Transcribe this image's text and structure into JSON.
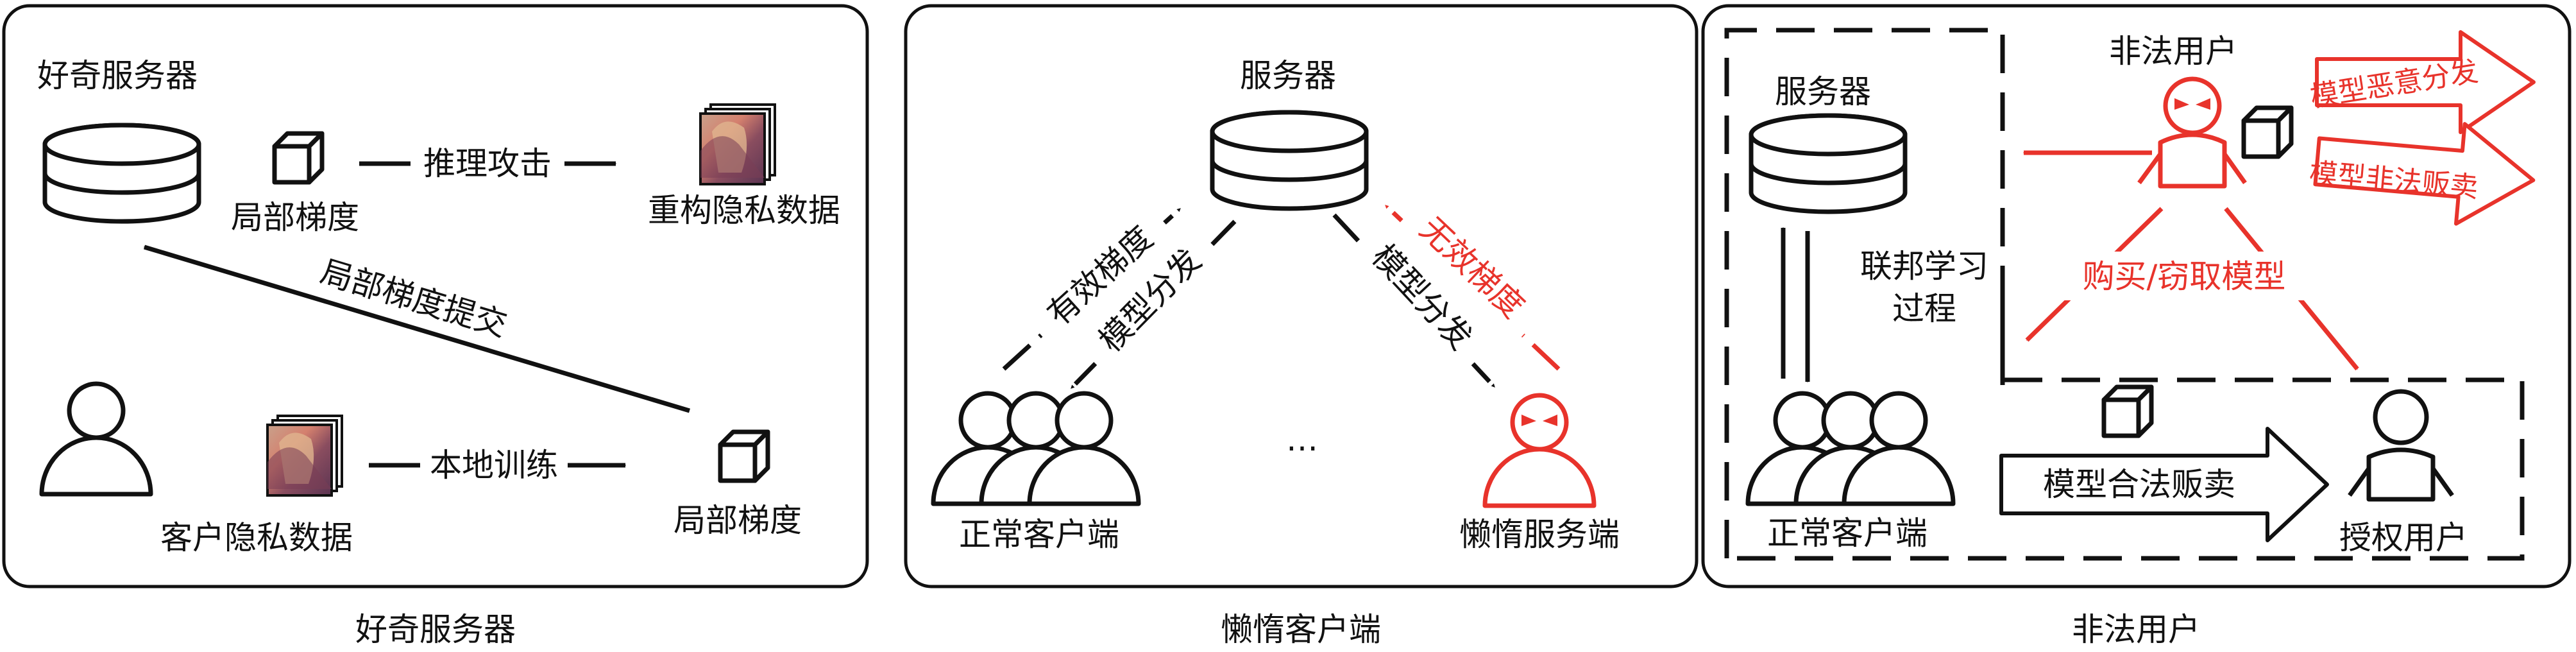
{
  "colors": {
    "ink": "#111111",
    "accent": "#e8332b",
    "paper": "#ffffff"
  },
  "icons": [
    "database-icon",
    "cube-icon",
    "photo-stack-icon",
    "user-icon",
    "user-group-icon",
    "malicious-user-icon",
    "arrow-icon",
    "block-arrow-icon"
  ],
  "panel1": {
    "title": "好奇服务器",
    "caption": "好奇服务器",
    "local_gradient_top": "局部梯度",
    "inference_attack": "推理攻击",
    "reconstruct_data": "重构隐私数据",
    "submit_gradient": "局部梯度提交",
    "local_training": "本地训练",
    "client_private_data": "客户隐私数据",
    "local_gradient_bottom": "局部梯度"
  },
  "panel2": {
    "title": "服务器",
    "caption": "懒惰客户端",
    "valid_gradient": "有效梯度",
    "model_distribute_left": "模型分发",
    "model_distribute_right": "模型分发",
    "invalid_gradient": "无效梯度",
    "ellipsis": "…",
    "normal_clients": "正常客户端",
    "lazy_server": "懒惰服务端"
  },
  "panel3": {
    "caption": "非法用户",
    "server": "服务器",
    "illegal_user": "非法用户",
    "malicious_distribution": "模型恶意分发",
    "illegal_sale": "模型非法贩卖",
    "fl_process_line1": "联邦学习",
    "fl_process_line2": "过程",
    "buy_steal": "购买/窃取模型",
    "legal_sale": "模型合法贩卖",
    "normal_clients": "正常客户端",
    "authorized_user": "授权用户"
  }
}
